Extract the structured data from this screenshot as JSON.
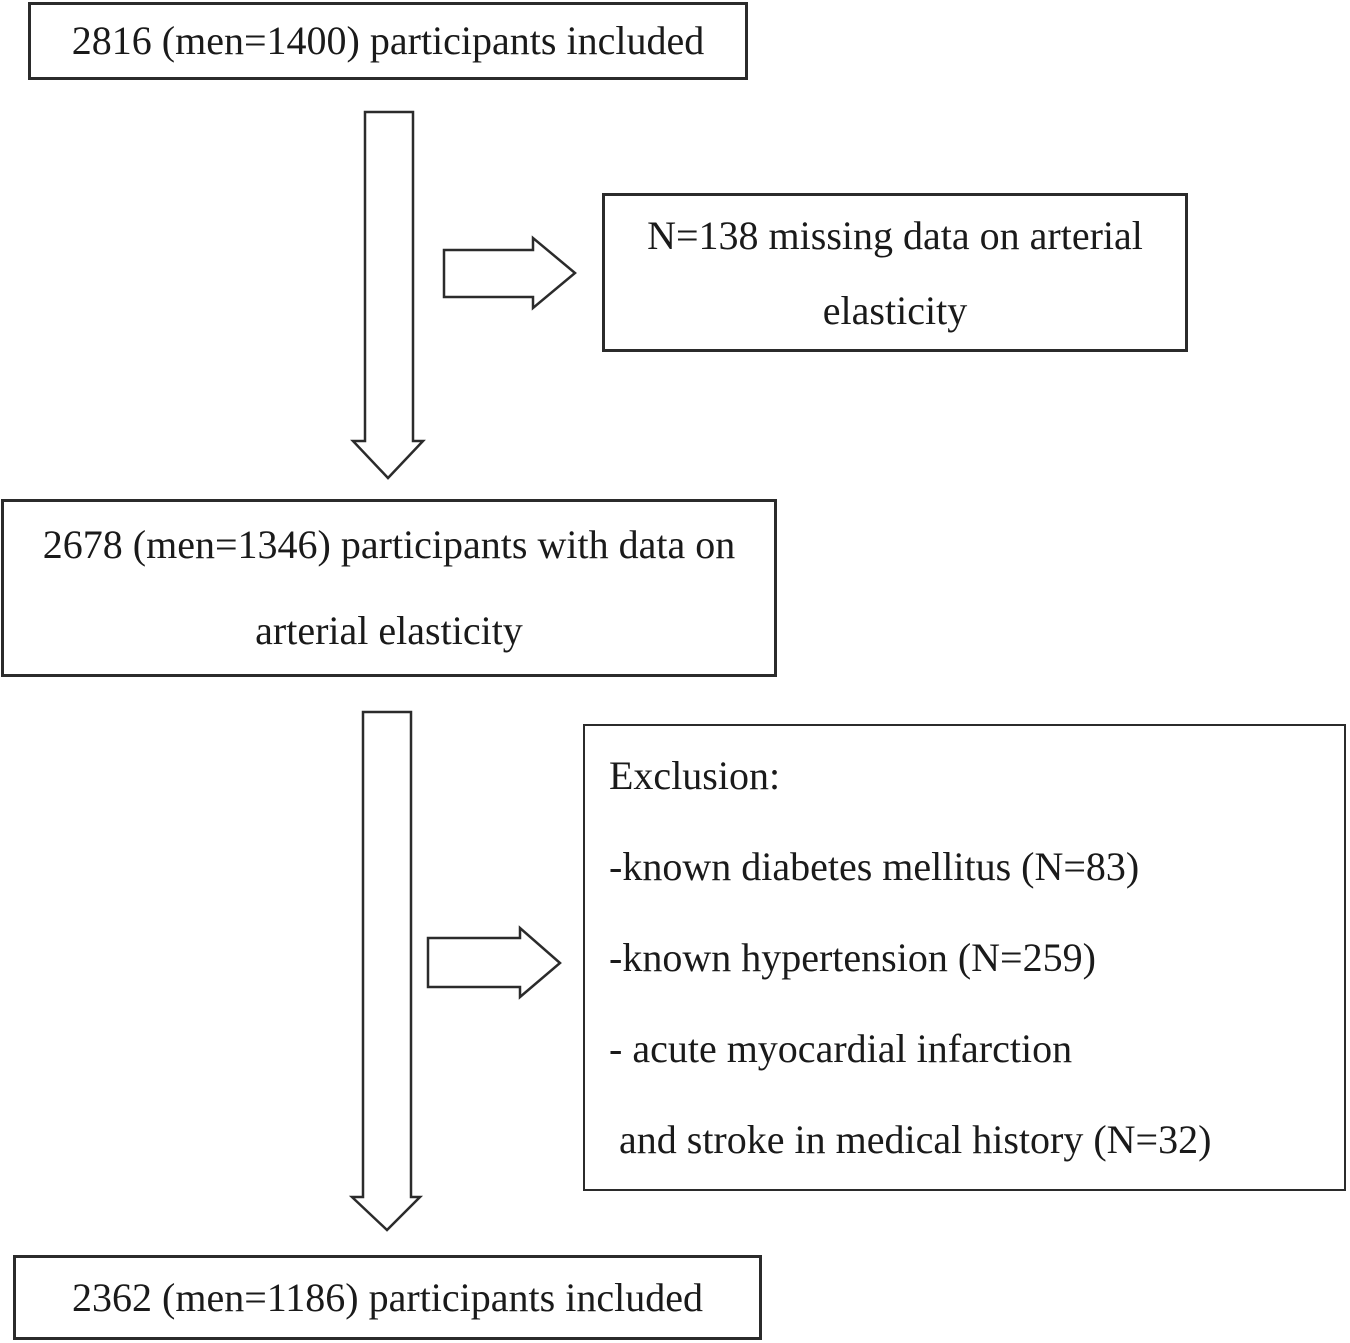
{
  "figure": {
    "background_color": "#ffffff",
    "text_color": "#1a1a1a",
    "line_color": "#2b2b2b",
    "type": "participant-flow-diagram"
  },
  "boxes": {
    "top": {
      "text": "2816 (men=1400) participants included"
    },
    "missing": {
      "line1": "N=138 missing data on arterial",
      "line2": "elasticity"
    },
    "withdata": {
      "line1": "2678 (men=1346) participants with data on",
      "line2": "arterial elasticity"
    },
    "exclusion": {
      "title": "Exclusion:",
      "items": [
        "-known diabetes mellitus (N=83)",
        "-known hypertension (N=259)",
        "- acute myocardial infarction",
        " and stroke in medical history (N=32)"
      ]
    },
    "final": {
      "text": "2362 (men=1186) participants included"
    }
  }
}
